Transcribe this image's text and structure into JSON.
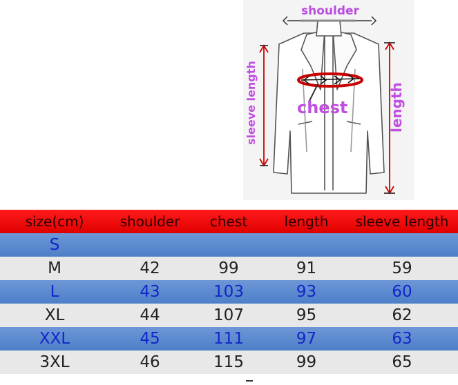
{
  "diagram": {
    "labels": {
      "shoulder": "shoulder",
      "chest": "chest",
      "sleeve_length": "sleeve length",
      "length": "length"
    },
    "colors": {
      "label": "#c04ee0",
      "arrow": "#cc0000",
      "chest_ring": "#cc0000"
    }
  },
  "table": {
    "headers": [
      "size(cm)",
      "shoulder",
      "chest",
      "length",
      "sleeve length"
    ],
    "rows": [
      {
        "size": "S",
        "shoulder": "",
        "chest": "",
        "length": "",
        "sleeve": ""
      },
      {
        "size": "M",
        "shoulder": "42",
        "chest": "99",
        "length": "91",
        "sleeve": "59"
      },
      {
        "size": "L",
        "shoulder": "43",
        "chest": "103",
        "length": "93",
        "sleeve": "60"
      },
      {
        "size": "XL",
        "shoulder": "44",
        "chest": "107",
        "length": "95",
        "sleeve": "62"
      },
      {
        "size": "XXL",
        "shoulder": "45",
        "chest": "111",
        "length": "97",
        "sleeve": "63"
      },
      {
        "size": "3XL",
        "shoulder": "46",
        "chest": "115",
        "length": "99",
        "sleeve": "65"
      }
    ],
    "colors": {
      "header": "#ff0000",
      "blue_row": "#5b88d0",
      "blue_text": "#1226c8",
      "grey_row": "#e8e8e8"
    }
  }
}
